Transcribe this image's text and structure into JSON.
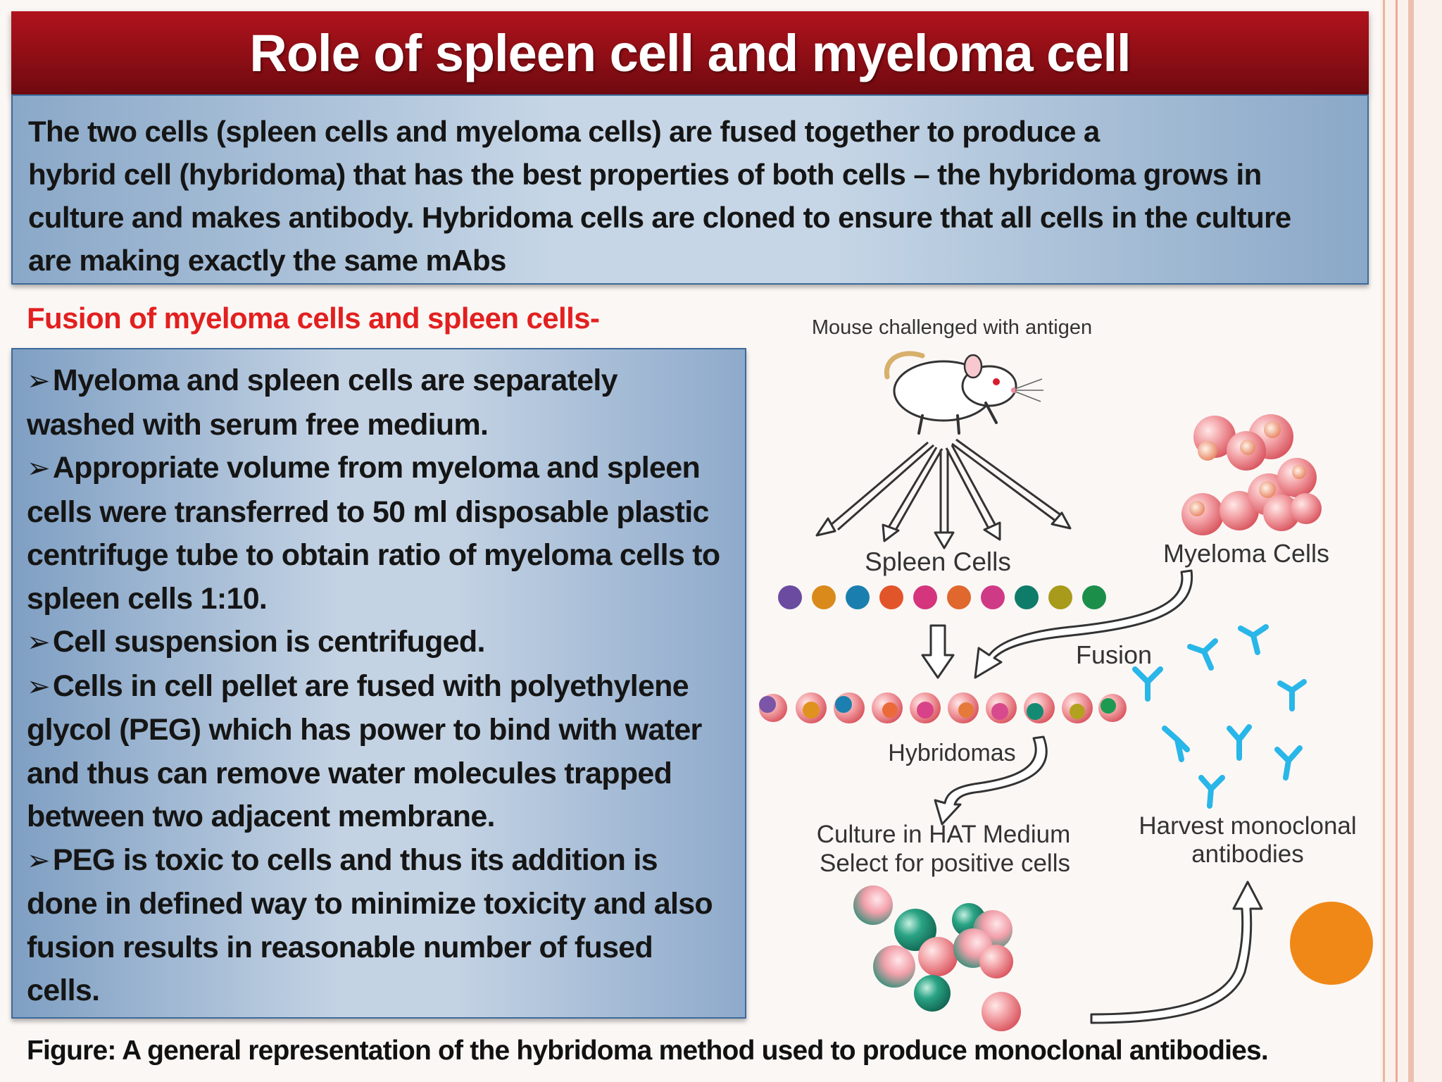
{
  "title": "Role of spleen cell and myeloma cell",
  "intro_lines": [
    "The two cells (spleen cells and myeloma cells) are fused together to produce a",
    "hybrid cell (hybridoma) that has the best properties of both cells – the hybridoma grows in",
    "culture and makes antibody. Hybridoma cells are cloned to ensure that all cells in the culture",
    "are making exactly the same mAbs"
  ],
  "fusion_heading": "Fusion of myeloma cells and spleen cells-",
  "bullet_symbol": "➢",
  "steps": [
    [
      "Myeloma and spleen cells are separately",
      "washed with serum free medium."
    ],
    [
      "Appropriate volume from myeloma and spleen",
      "cells were transferred to 50 ml disposable plastic",
      "centrifuge tube to obtain ratio of myeloma cells to",
      "spleen cells 1:10."
    ],
    [
      "Cell suspension is centrifuged."
    ],
    [
      "Cells in cell pellet are fused with polyethylene",
      "glycol (PEG) which has power to bind with water",
      "and thus can remove water molecules trapped",
      "between two adjacent membrane."
    ],
    [
      "PEG is toxic to cells and thus its addition is",
      "done in defined way to minimize toxicity and also",
      "fusion results in reasonable number of fused",
      "cells."
    ]
  ],
  "figure": {
    "mouse_label": "Mouse challenged with antigen",
    "spleen_label": "Spleen Cells",
    "myeloma_label": "Myeloma Cells",
    "fusion_label": "Fusion",
    "hybridomas_label": "Hybridomas",
    "culture_line1": "Culture in HAT Medium",
    "culture_line2": "Select for positive cells",
    "harvest_line1": "Harvest monoclonal",
    "harvest_line2": "antibodies"
  },
  "caption": "Figure: A general representation of the hybridoma method used to produce monoclonal antibodies.",
  "colors": {
    "title_bar": "#9b1018",
    "heading_red": "#e2201f",
    "box_blue": "#a9bfd8",
    "antibody_cyan": "#29b6e8",
    "accent_orange": "#f08818"
  }
}
